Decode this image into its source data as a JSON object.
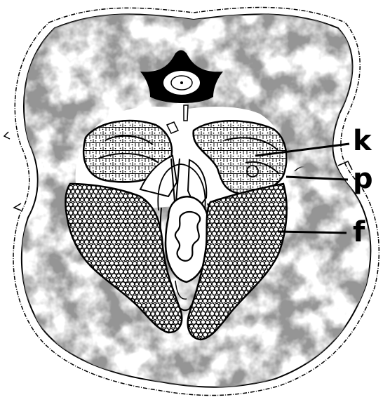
{
  "figure": {
    "labels": [
      {
        "id": "k",
        "text": "k"
      },
      {
        "id": "p",
        "text": "p"
      },
      {
        "id": "f",
        "text": "f"
      }
    ]
  },
  "colors": {
    "ink": "#000000",
    "paper": "#ffffff",
    "mottle": "#8a8a8a"
  }
}
